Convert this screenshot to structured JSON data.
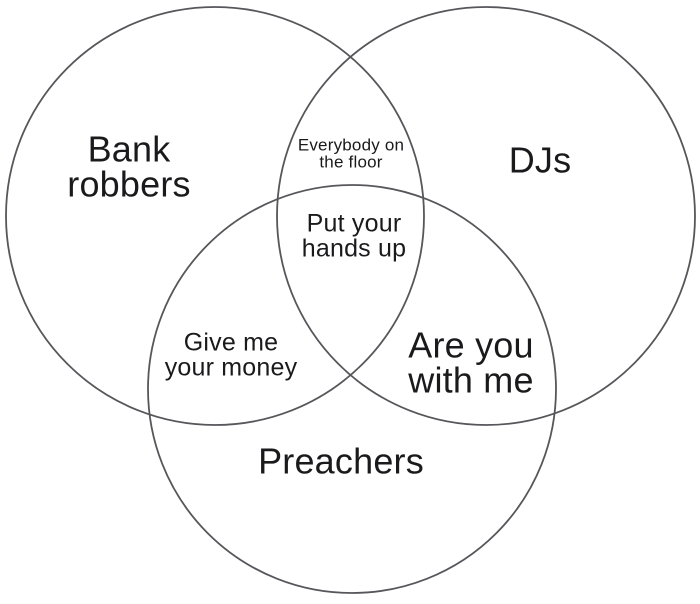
{
  "diagram": {
    "type": "venn-3",
    "background_color": "#ffffff",
    "circle_stroke_color": "#56575b",
    "text_color": "#1a1a1c",
    "sets": [
      {
        "id": "bank-robbers",
        "label": "Bank\nrobbers"
      },
      {
        "id": "djs",
        "label": "DJs"
      },
      {
        "id": "preachers",
        "label": "Preachers"
      }
    ],
    "overlaps": [
      {
        "id": "bank-robbers-djs",
        "label": "Everybody on\nthe floor"
      },
      {
        "id": "all-three",
        "label": "Put your\nhands up"
      },
      {
        "id": "bank-robbers-preachers",
        "label": "Give me\nyour money"
      },
      {
        "id": "djs-preachers",
        "label": "Are you\nwith me"
      }
    ]
  }
}
